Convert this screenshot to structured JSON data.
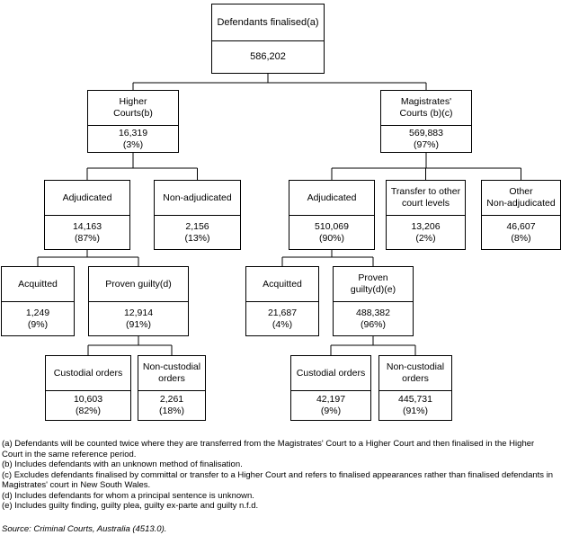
{
  "nodes": {
    "root": {
      "label": "Defendants finalised(a)",
      "value": "586,202",
      "pct": ""
    },
    "higher": {
      "label": "Higher\nCourts(b)",
      "value": "16,319",
      "pct": "(3%)"
    },
    "mag": {
      "label": "Magistrates'\nCourts (b)(c)",
      "value": "569,883",
      "pct": "(97%)"
    },
    "h_adj": {
      "label": "Adjudicated",
      "value": "14,163",
      "pct": "(87%)"
    },
    "h_nonadj": {
      "label": "Non-adjudicated",
      "value": "2,156",
      "pct": "(13%)"
    },
    "m_adj": {
      "label": "Adjudicated",
      "value": "510,069",
      "pct": "(90%)"
    },
    "m_transfer": {
      "label": "Transfer to other\ncourt levels",
      "value": "13,206",
      "pct": "(2%)"
    },
    "m_other": {
      "label": "Other\nNon-adjudicated",
      "value": "46,607",
      "pct": "(8%)"
    },
    "h_acq": {
      "label": "Acquitted",
      "value": "1,249",
      "pct": "(9%)"
    },
    "h_pg": {
      "label": "Proven guilty(d)",
      "value": "12,914",
      "pct": "(91%)"
    },
    "m_acq": {
      "label": "Acquitted",
      "value": "21,687",
      "pct": "(4%)"
    },
    "m_pg": {
      "label": "Proven\nguilty(d)(e)",
      "value": "488,382",
      "pct": "(96%)"
    },
    "h_cust": {
      "label": "Custodial orders",
      "value": "10,603",
      "pct": "(82%)"
    },
    "h_noncust": {
      "label": "Non-custodial\norders",
      "value": "2,261",
      "pct": "(18%)"
    },
    "m_cust": {
      "label": "Custodial orders",
      "value": "42,197",
      "pct": "(9%)"
    },
    "m_noncust": {
      "label": "Non-custodial\norders",
      "value": "445,731",
      "pct": "(91%)"
    }
  },
  "notes": [
    "(a) Defendants will be counted twice where they are transferred from the Magistrates' Court to a Higher Court and then finalised in the Higher Court in the same reference period.",
    "(b) Includes defendants with an unknown method of finalisation.",
    "(c) Excludes defendants finalised by committal or transfer to a Higher Court and refers to finalised appearances rather than finalised defendants in Magistrates' court in New South Wales.",
    "(d) Includes defendants for whom a principal sentence is unknown.",
    "(e) Includes guilty finding, guilty plea, guilty ex-parte and guilty n.f.d."
  ],
  "source": "Source: Criminal Courts, Australia (4513.0)."
}
